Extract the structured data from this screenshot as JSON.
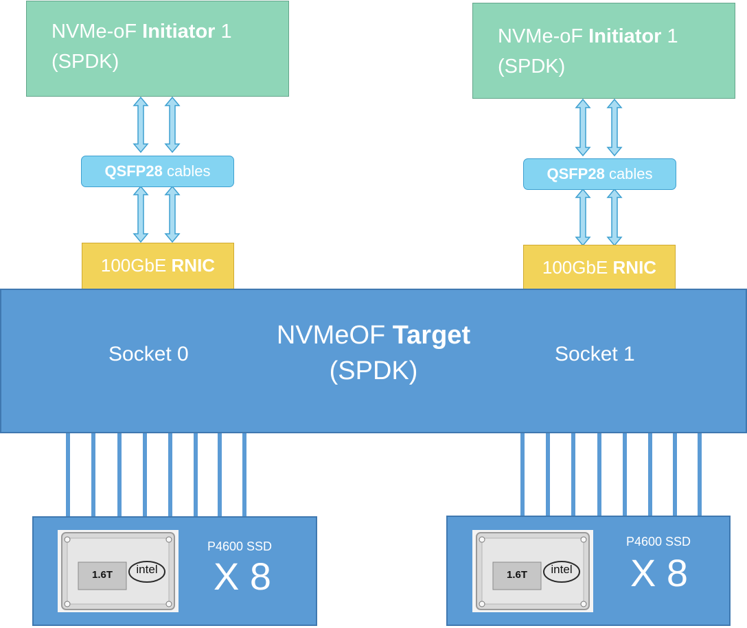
{
  "initiators": [
    {
      "name_prefix": "NVMe-oF ",
      "name_bold": "Initiator",
      "name_suffix": " 1",
      "sub": "(SPDK)"
    },
    {
      "name_prefix": "NVMe-oF ",
      "name_bold": "Initiator",
      "name_suffix": " 1",
      "sub": "(SPDK)"
    }
  ],
  "cables": [
    {
      "bold": "QSFP28",
      "rest": " cables"
    },
    {
      "bold": "QSFP28",
      "rest": " cables"
    }
  ],
  "rnics": [
    {
      "prefix": "100GbE ",
      "bold": "RNIC"
    },
    {
      "prefix": "100GbE ",
      "bold": "RNIC"
    }
  ],
  "target": {
    "title_prefix": "NVMeOF ",
    "title_bold": "Target",
    "sub": "(SPDK)",
    "socket0": "Socket 0",
    "socket1": "Socket 1"
  },
  "ssd_groups": [
    {
      "drive_capacity": "1.6T",
      "brand": "intel",
      "model": "P4600 SSD",
      "count": "X 8"
    },
    {
      "drive_capacity": "1.6T",
      "brand": "intel",
      "model": "P4600 SSD",
      "count": "X 8"
    }
  ],
  "colors": {
    "initiator": "#8fd6b8",
    "cable": "#84d4f2",
    "rnic": "#f2d359",
    "target": "#5b9bd5"
  }
}
